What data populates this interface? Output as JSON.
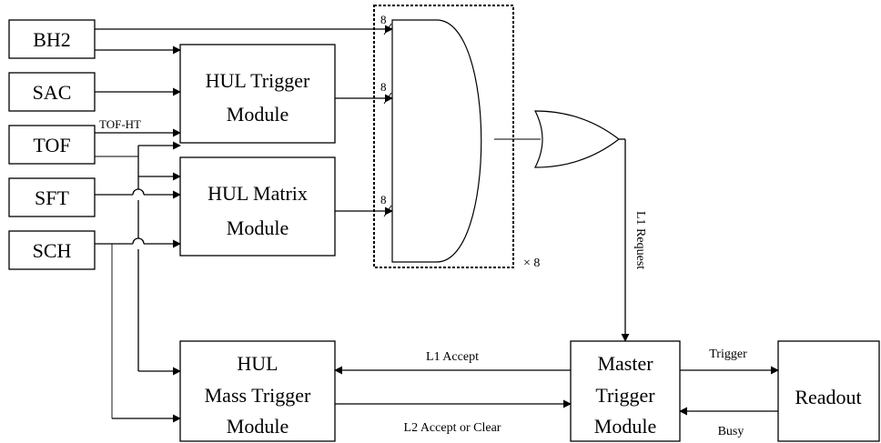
{
  "detectors": [
    "BH2",
    "SAC",
    "TOF",
    "SFT",
    "SCH"
  ],
  "modules": {
    "hul_trigger": [
      "HUL Trigger",
      "Module"
    ],
    "hul_matrix": [
      "HUL Matrix",
      "Module"
    ],
    "hul_mass": [
      "HUL",
      "Mass Trigger",
      "Module"
    ],
    "master": [
      "Master",
      "Trigger",
      "Module"
    ],
    "readout": "Readout"
  },
  "labels": {
    "tof_ht": "TOF-HT",
    "bus_width": "8",
    "multiplier": "× 8",
    "l1_request": "L1 Request",
    "l1_accept": "L1 Accept",
    "l2_accept": "L2 Accept or Clear",
    "trigger": "Trigger",
    "busy": "Busy"
  }
}
